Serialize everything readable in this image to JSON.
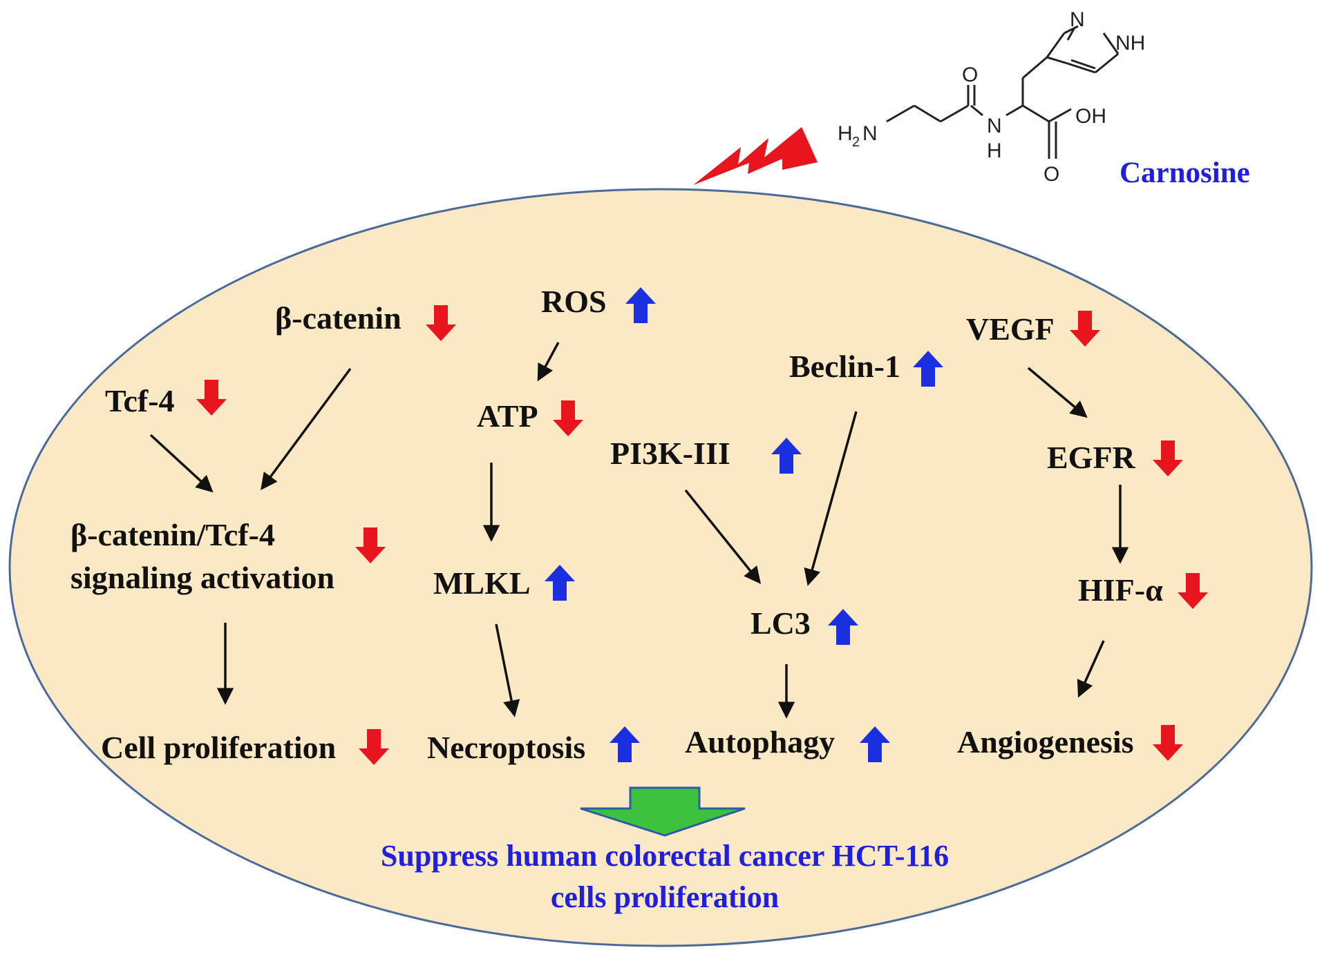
{
  "compound": {
    "name": "Carnosine",
    "atoms": {
      "n_ring": "N",
      "nh_ring": "NH",
      "o_amide": "O",
      "h2n_h": "H",
      "h2n_2": "2",
      "h2n_n": "N",
      "amide_n": "N",
      "amide_h": "H",
      "oh": "OH",
      "o_acid": "O"
    }
  },
  "nodes": {
    "beta_catenin": "β-catenin",
    "ros": "ROS",
    "vegf": "VEGF",
    "beclin": "Beclin-1",
    "tcf4": "Tcf-4",
    "atp": "ATP",
    "pi3k": "PI3K-III",
    "egfr": "EGFR",
    "signaling_line1": "β-catenin/Tcf-4",
    "signaling_line2": "signaling activation",
    "mlkl": "MLKL",
    "lc3": "LC3",
    "hif": "HIF-α",
    "cell_prolif": "Cell proliferation",
    "necroptosis": "Necroptosis",
    "autophagy": "Autophagy",
    "angiogenesis": "Angiogenesis"
  },
  "outcome": {
    "line1": "Suppress human colorectal cancer HCT-116",
    "line2": "cells proliferation"
  },
  "colors": {
    "cell_fill": "#fbe8c4",
    "cell_stroke": "#4a6a9a",
    "down": "#e8141e",
    "up": "#1a2fe0",
    "outcome_arrow": "#3cc23c",
    "outcome_arrow_stroke": "#2f5aa8",
    "bolt": "#e8141e"
  }
}
